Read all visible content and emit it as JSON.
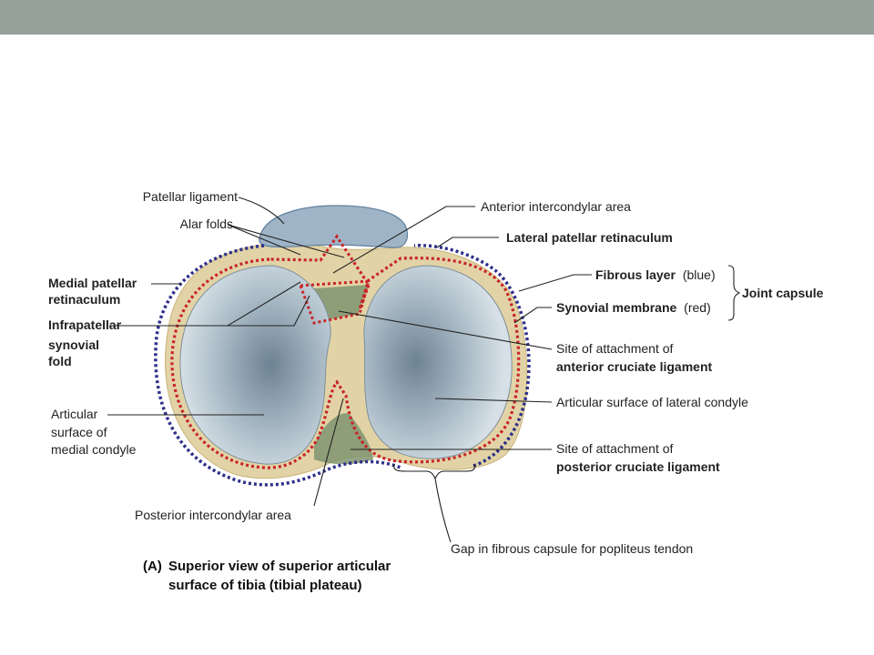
{
  "colors": {
    "header_bar": "#95a39a",
    "fibrous_layer": "#2e2f8a",
    "synovial_membrane": "#c8242a",
    "bone": "#e2d3a6",
    "cartilage": "#b4c4ce",
    "ligament": "#5f7f9f"
  },
  "labels": {
    "patellar_ligament": "Patellar ligament",
    "alar_folds": "Alar folds",
    "anterior_intercondylar_area": "Anterior intercondylar area",
    "lateral_patellar_retinaculum": "Lateral patellar retinaculum",
    "medial_patellar_retinaculum_1": "Medial patellar",
    "medial_patellar_retinaculum_2": "retinaculum",
    "fibrous_layer": "Fibrous layer",
    "fibrous_layer_note": "(blue)",
    "synovial_membrane": "Synovial membrane",
    "synovial_membrane_note": "(red)",
    "joint_capsule": "Joint capsule",
    "infrapatellar_1": "Infrapatellar",
    "infrapatellar_2": "synovial",
    "infrapatellar_3": "fold",
    "acl_1": "Site of attachment of",
    "acl_2": "anterior cruciate ligament",
    "lateral_condyle": "Articular surface of lateral condyle",
    "medial_condyle_1": "Articular",
    "medial_condyle_2": "surface of",
    "medial_condyle_3": "medial condyle",
    "pcl_1": "Site of attachment of",
    "pcl_2": "posterior cruciate ligament",
    "posterior_intercondylar_area": "Posterior intercondylar area",
    "gap_popliteus": "Gap in fibrous capsule for popliteus tendon"
  },
  "caption": {
    "letter": "(A)",
    "line1": "Superior view of superior articular",
    "line2": "surface of tibia (tibial plateau)"
  }
}
